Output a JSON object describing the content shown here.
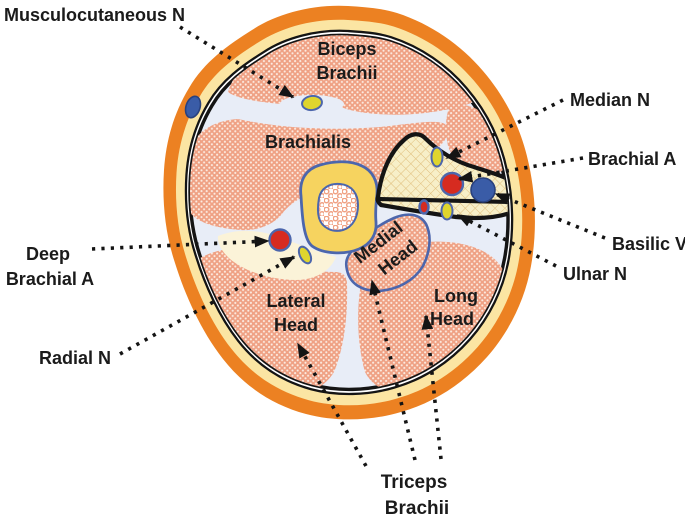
{
  "figure": {
    "description_labels_only": "Cross-section of the mid arm with labelled muscles, nerves and vessels"
  },
  "labels": {
    "musculocutaneous_n": "Musculocutaneous N",
    "biceps_line1": "Biceps",
    "biceps_line2": "Brachii",
    "brachialis": "Brachialis",
    "median_n": "Median N",
    "brachial_a": "Brachial A",
    "basilic_v": "Basilic V",
    "ulnar_n": "Ulnar N",
    "deep_line1": "Deep",
    "deep_line2": "Brachial A",
    "radial_n": "Radial N",
    "lateral_line1": "Lateral",
    "lateral_line2": "Head",
    "medial_line1": "Medial",
    "medial_line2": "Head",
    "long_line1": "Long",
    "long_line2": "Head",
    "triceps_line1": "Triceps",
    "triceps_line2": "Brachii"
  },
  "shape_semantics": {
    "outer_orange_ring": "skin",
    "cream_ring": "subcutaneous-fat",
    "double_black_ring": "deep-fascia",
    "blue_oval_in_fat": "superficial-vein",
    "yellow_center_blob": "humerus-cortex",
    "stippled_center": "medullary-cavity",
    "hatched_flag": "neurovascular-sheath",
    "red_circles": "arteries",
    "blue_circles": "veins",
    "yellow_ovals": "nerves"
  },
  "colors": {
    "skin": "#EC8122",
    "subcutaneous_fat": "#FBE5A3",
    "fascia_line": "#141414",
    "septum": "#E8EDF7",
    "muscle": "#EFA184",
    "muscle_dot": "#FCEBE1",
    "bone_cortex": "#F6D35F",
    "structure_outline_blue": "#4C66AC",
    "marrow_ring": "#F0A183",
    "nv_sheath": "#F7EFC8",
    "nv_hatch": "#E0BE7C",
    "fat_groove": "#FBF3D8",
    "artery_red": "#D62B20",
    "vein_blue": "#3A5CA7",
    "nerve_yellow": "#DFD52E",
    "label_text": "#1B1B1B"
  }
}
